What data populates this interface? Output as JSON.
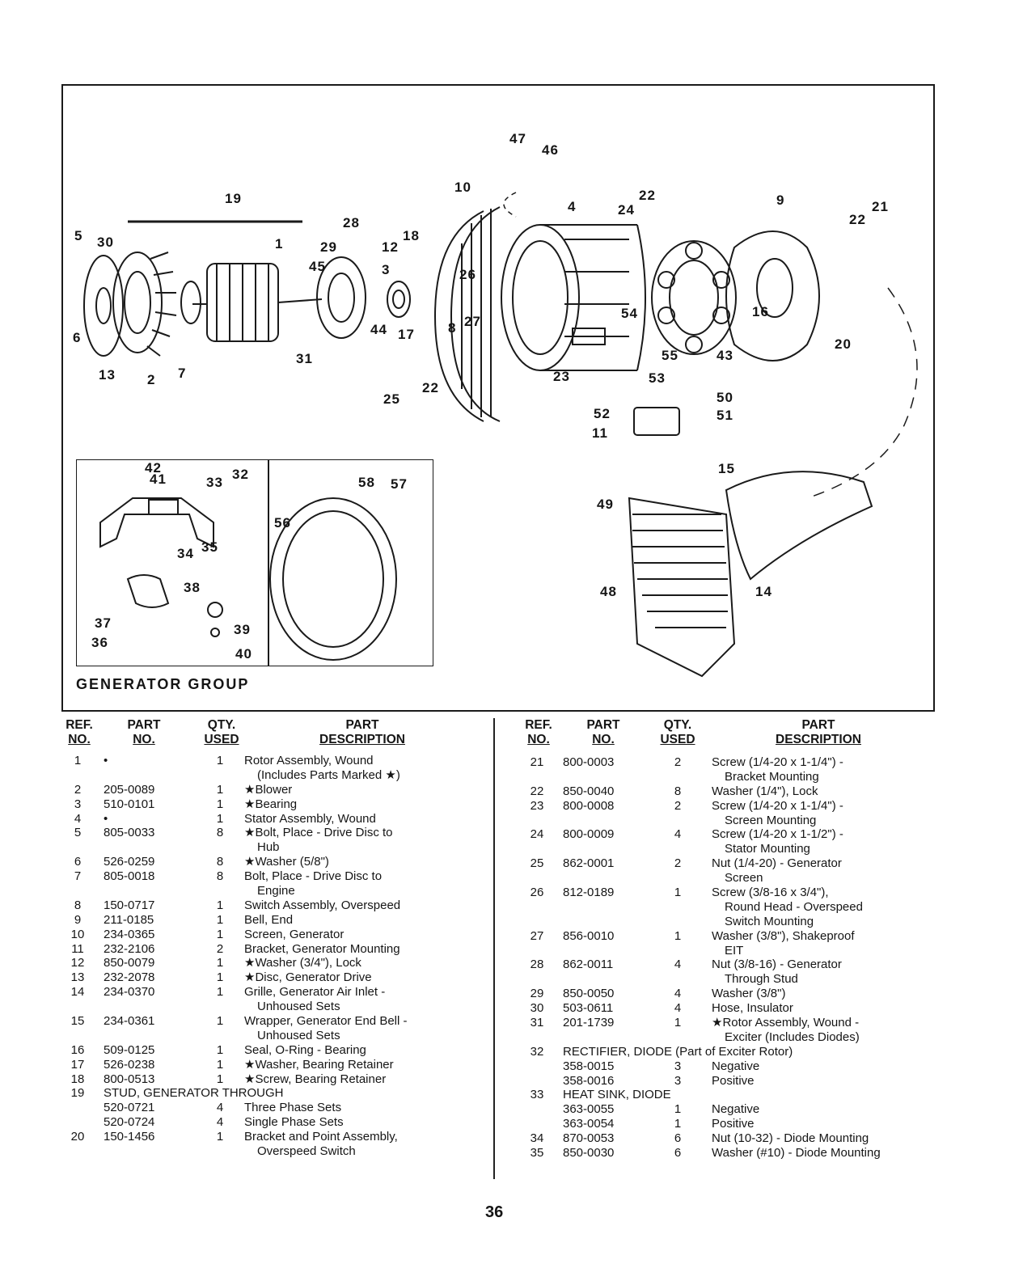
{
  "diagram": {
    "title": "GENERATOR GROUP",
    "callouts": [
      "47",
      "46",
      "10",
      "4",
      "22",
      "24",
      "22",
      "21",
      "9",
      "19",
      "28",
      "29",
      "5",
      "30",
      "1",
      "12",
      "18",
      "45",
      "3",
      "26",
      "6",
      "44",
      "17",
      "8",
      "27",
      "54",
      "55",
      "43",
      "16",
      "20",
      "13",
      "2",
      "7",
      "31",
      "22",
      "25",
      "23",
      "53",
      "50",
      "52",
      "51",
      "11",
      "15",
      "49",
      "48",
      "14",
      "42",
      "41",
      "33",
      "32",
      "34",
      "35",
      "38",
      "37",
      "36",
      "39",
      "40",
      "58",
      "57",
      "56"
    ]
  },
  "table_headers": {
    "ref": [
      "REF.",
      "NO."
    ],
    "part": [
      "PART",
      "NO."
    ],
    "qty": [
      "QTY.",
      "USED"
    ],
    "desc": [
      "PART",
      "DESCRIPTION"
    ]
  },
  "left_rows": [
    {
      "ref": "1",
      "part": "•",
      "qty": "1",
      "desc": "Rotor Assembly, Wound"
    },
    {
      "ref": "",
      "part": "",
      "qty": "",
      "desc": "(Includes Parts Marked ★)",
      "indent": true
    },
    {
      "ref": "2",
      "part": "205-0089",
      "qty": "1",
      "desc": "★Blower"
    },
    {
      "ref": "3",
      "part": "510-0101",
      "qty": "1",
      "desc": "★Bearing"
    },
    {
      "ref": "4",
      "part": "•",
      "qty": "1",
      "desc": "Stator Assembly, Wound"
    },
    {
      "ref": "5",
      "part": "805-0033",
      "qty": "8",
      "desc": "★Bolt, Place - Drive Disc to"
    },
    {
      "ref": "",
      "part": "",
      "qty": "",
      "desc": "Hub",
      "indent": true
    },
    {
      "ref": "6",
      "part": "526-0259",
      "qty": "8",
      "desc": "★Washer (5/8\")"
    },
    {
      "ref": "7",
      "part": "805-0018",
      "qty": "8",
      "desc": "Bolt, Place - Drive Disc to"
    },
    {
      "ref": "",
      "part": "",
      "qty": "",
      "desc": "Engine",
      "indent": true
    },
    {
      "ref": "8",
      "part": "150-0717",
      "qty": "1",
      "desc": "Switch Assembly, Overspeed"
    },
    {
      "ref": "9",
      "part": "211-0185",
      "qty": "1",
      "desc": "Bell, End"
    },
    {
      "ref": "10",
      "part": "234-0365",
      "qty": "1",
      "desc": "Screen, Generator"
    },
    {
      "ref": "11",
      "part": "232-2106",
      "qty": "2",
      "desc": "Bracket, Generator Mounting"
    },
    {
      "ref": "12",
      "part": "850-0079",
      "qty": "1",
      "desc": "★Washer (3/4\"), Lock"
    },
    {
      "ref": "13",
      "part": "232-2078",
      "qty": "1",
      "desc": "★Disc, Generator Drive"
    },
    {
      "ref": "14",
      "part": "234-0370",
      "qty": "1",
      "desc": "Grille, Generator Air Inlet -"
    },
    {
      "ref": "",
      "part": "",
      "qty": "",
      "desc": "Unhoused Sets",
      "indent": true
    },
    {
      "ref": "15",
      "part": "234-0361",
      "qty": "1",
      "desc": "Wrapper, Generator End Bell -"
    },
    {
      "ref": "",
      "part": "",
      "qty": "",
      "desc": "Unhoused Sets",
      "indent": true
    },
    {
      "ref": "16",
      "part": "509-0125",
      "qty": "1",
      "desc": "Seal, O-Ring - Bearing"
    },
    {
      "ref": "17",
      "part": "526-0238",
      "qty": "1",
      "desc": "★Washer, Bearing Retainer"
    },
    {
      "ref": "18",
      "part": "800-0513",
      "qty": "1",
      "desc": "★Screw, Bearing Retainer"
    },
    {
      "ref": "19",
      "part": "",
      "qty": "",
      "desc": "",
      "wide": "STUD, GENERATOR THROUGH"
    },
    {
      "ref": "",
      "part": "520-0721",
      "qty": "4",
      "desc": "Three Phase Sets"
    },
    {
      "ref": "",
      "part": "520-0724",
      "qty": "4",
      "desc": "Single Phase Sets"
    },
    {
      "ref": "20",
      "part": "150-1456",
      "qty": "1",
      "desc": "Bracket and Point Assembly,"
    },
    {
      "ref": "",
      "part": "",
      "qty": "",
      "desc": "Overspeed Switch",
      "indent": true
    }
  ],
  "right_rows": [
    {
      "ref": "21",
      "part": "800-0003",
      "qty": "2",
      "desc": "Screw (1/4-20 x 1-1/4\") -"
    },
    {
      "ref": "",
      "part": "",
      "qty": "",
      "desc": "Bracket Mounting",
      "indent": true
    },
    {
      "ref": "22",
      "part": "850-0040",
      "qty": "8",
      "desc": "Washer (1/4\"), Lock"
    },
    {
      "ref": "23",
      "part": "800-0008",
      "qty": "2",
      "desc": "Screw (1/4-20 x 1-1/4\") -"
    },
    {
      "ref": "",
      "part": "",
      "qty": "",
      "desc": "Screen Mounting",
      "indent": true
    },
    {
      "ref": "24",
      "part": "800-0009",
      "qty": "4",
      "desc": "Screw (1/4-20 x 1-1/2\") -"
    },
    {
      "ref": "",
      "part": "",
      "qty": "",
      "desc": "Stator Mounting",
      "indent": true
    },
    {
      "ref": "25",
      "part": "862-0001",
      "qty": "2",
      "desc": "Nut (1/4-20) - Generator"
    },
    {
      "ref": "",
      "part": "",
      "qty": "",
      "desc": "Screen",
      "indent": true
    },
    {
      "ref": "26",
      "part": "812-0189",
      "qty": "1",
      "desc": "Screw (3/8-16 x 3/4\"),"
    },
    {
      "ref": "",
      "part": "",
      "qty": "",
      "desc": "Round Head - Overspeed",
      "indent": true
    },
    {
      "ref": "",
      "part": "",
      "qty": "",
      "desc": "Switch Mounting",
      "indent": true
    },
    {
      "ref": "27",
      "part": "856-0010",
      "qty": "1",
      "desc": "Washer (3/8\"), Shakeproof"
    },
    {
      "ref": "",
      "part": "",
      "qty": "",
      "desc": "EIT",
      "indent": true
    },
    {
      "ref": "28",
      "part": "862-0011",
      "qty": "4",
      "desc": "Nut (3/8-16) - Generator"
    },
    {
      "ref": "",
      "part": "",
      "qty": "",
      "desc": "Through Stud",
      "indent": true
    },
    {
      "ref": "29",
      "part": "850-0050",
      "qty": "4",
      "desc": "Washer (3/8\")"
    },
    {
      "ref": "30",
      "part": "503-0611",
      "qty": "4",
      "desc": "Hose, Insulator"
    },
    {
      "ref": "31",
      "part": "201-1739",
      "qty": "1",
      "desc": "★Rotor Assembly, Wound -"
    },
    {
      "ref": "",
      "part": "",
      "qty": "",
      "desc": "Exciter (Includes Diodes)",
      "indent": true
    },
    {
      "ref": "32",
      "part": "",
      "qty": "",
      "desc": "",
      "wide": "RECTIFIER, DIODE (Part of Exciter Rotor)"
    },
    {
      "ref": "",
      "part": "358-0015",
      "qty": "3",
      "desc": "Negative"
    },
    {
      "ref": "",
      "part": "358-0016",
      "qty": "3",
      "desc": "Positive"
    },
    {
      "ref": "33",
      "part": "",
      "qty": "",
      "desc": "",
      "wide": "HEAT SINK, DIODE"
    },
    {
      "ref": "",
      "part": "363-0055",
      "qty": "1",
      "desc": "Negative"
    },
    {
      "ref": "",
      "part": "363-0054",
      "qty": "1",
      "desc": "Positive"
    },
    {
      "ref": "34",
      "part": "870-0053",
      "qty": "6",
      "desc": "Nut (10-32) - Diode Mounting"
    },
    {
      "ref": "35",
      "part": "850-0030",
      "qty": "6",
      "desc": "Washer (#10) - Diode Mounting"
    }
  ],
  "page_number": "36"
}
